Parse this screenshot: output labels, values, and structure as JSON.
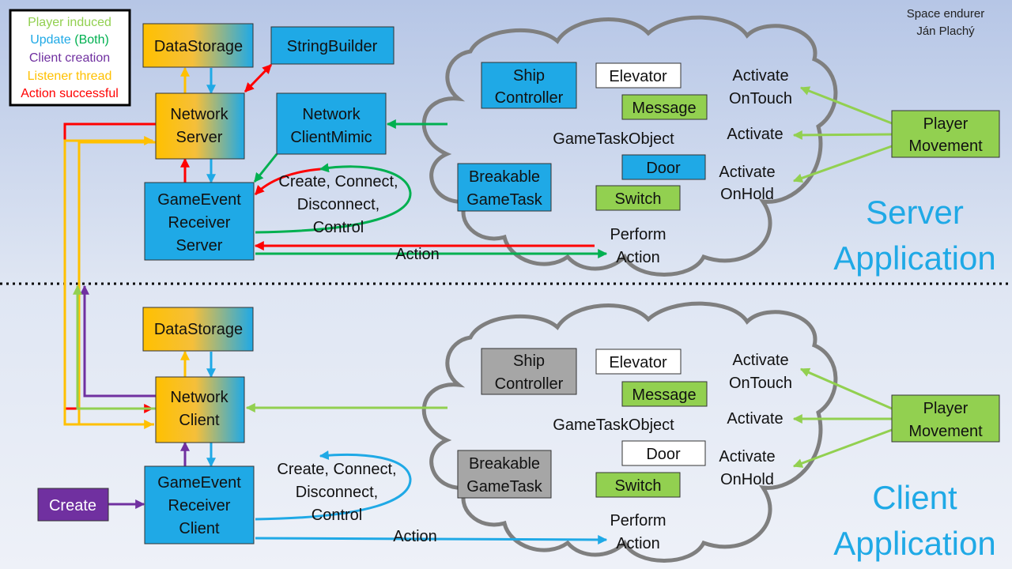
{
  "legend": {
    "items": [
      {
        "label": "Player induced",
        "color": "#92d050"
      },
      {
        "label": "Update (Both)",
        "color": "#1fa9e6"
      },
      {
        "label": "Client creation",
        "color": "#7030a0"
      },
      {
        "label": "Listener thread",
        "color": "#ffc000"
      },
      {
        "label": "Action successful",
        "color": "#ff0000"
      }
    ],
    "both_color": "#00b050"
  },
  "credit": {
    "line1": "Space endurer",
    "line2": "Ján Plachý"
  },
  "server": {
    "data_storage": "DataStorage",
    "string_builder": "StringBuilder",
    "network_server": [
      "Network",
      "Server"
    ],
    "client_mimic": [
      "Network",
      "ClientMimic"
    ],
    "receiver": [
      "GameEvent",
      "Receiver",
      "Server"
    ],
    "commands": [
      "Create, Connect,",
      "Disconnect,",
      "Control"
    ],
    "action": "Action",
    "perform_action": [
      "Perform",
      "Action"
    ],
    "ship_controller": [
      "Ship",
      "Controller"
    ],
    "elevator": "Elevator",
    "message": "Message",
    "gametask_object": "GameTaskObject",
    "door": "Door",
    "breakable": [
      "Breakable",
      "GameTask"
    ],
    "switch": "Switch",
    "activate_ontouch": [
      "Activate",
      "OnTouch"
    ],
    "activate": "Activate",
    "activate_onhold": [
      "Activate",
      "OnHold"
    ],
    "player_movement": [
      "Player",
      "Movement"
    ],
    "app_title": [
      "Server",
      "Application"
    ]
  },
  "client": {
    "data_storage": "DataStorage",
    "network_client": [
      "Network",
      "Client"
    ],
    "receiver": [
      "GameEvent",
      "Receiver",
      "Client"
    ],
    "create": "Create",
    "commands": [
      "Create, Connect,",
      "Disconnect,",
      "Control"
    ],
    "action": "Action",
    "perform_action": [
      "Perform",
      "Action"
    ],
    "ship_controller": [
      "Ship",
      "Controller"
    ],
    "elevator": "Elevator",
    "message": "Message",
    "gametask_object": "GameTaskObject",
    "door": "Door",
    "breakable": [
      "Breakable",
      "GameTask"
    ],
    "switch": "Switch",
    "activate_ontouch": [
      "Activate",
      "OnTouch"
    ],
    "activate": "Activate",
    "activate_onhold": [
      "Activate",
      "OnHold"
    ],
    "player_movement": [
      "Player",
      "Movement"
    ],
    "app_title": [
      "Client",
      "Application"
    ]
  }
}
